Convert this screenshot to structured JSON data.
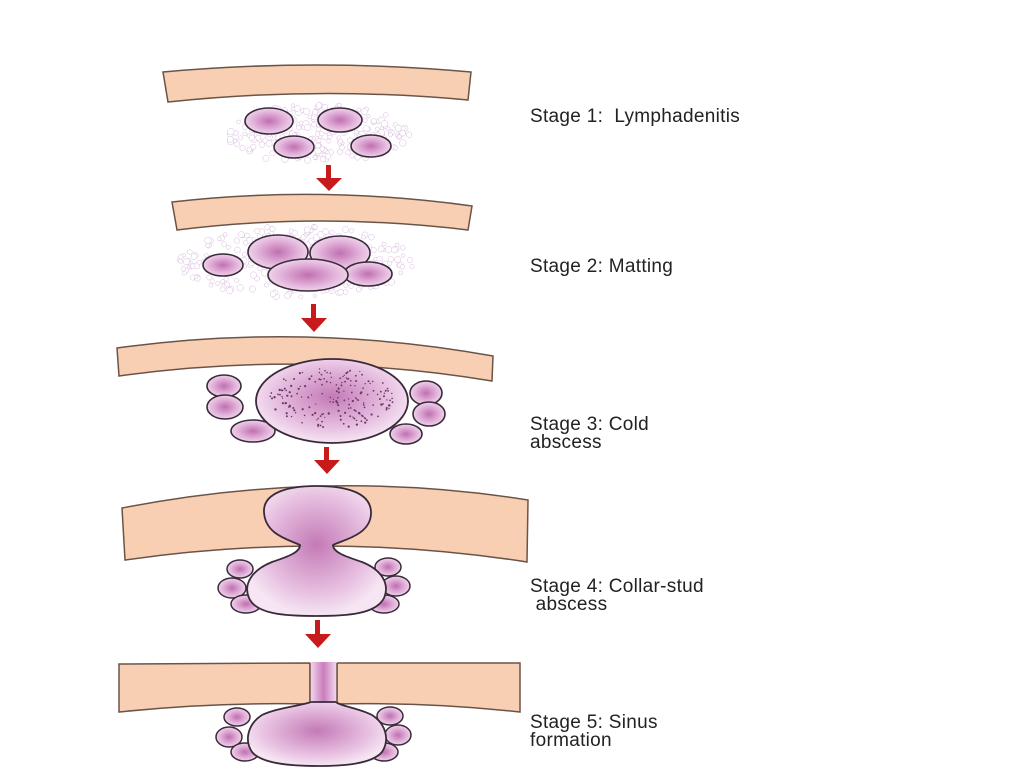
{
  "stages": [
    {
      "line1": "Stage 1:  Lymphadenitis",
      "line2": ""
    },
    {
      "line1": "Stage 2: Matting",
      "line2": ""
    },
    {
      "line1": "Stage 3: Cold",
      "line2": "abscess"
    },
    {
      "line1": "Stage 4: Collar-stud",
      "line2": " abscess"
    },
    {
      "line1": "Stage 5: Sinus",
      "line2": "formation"
    }
  ],
  "colors": {
    "skin": "#f8cfb2",
    "skin_outline": "#6a5448",
    "node_fill": "#dca6d2",
    "node_core": "#b866a8",
    "node_outline": "#3a2a3a",
    "cell_dot": "#d9b8e0",
    "arrow": "#c81a1a"
  }
}
